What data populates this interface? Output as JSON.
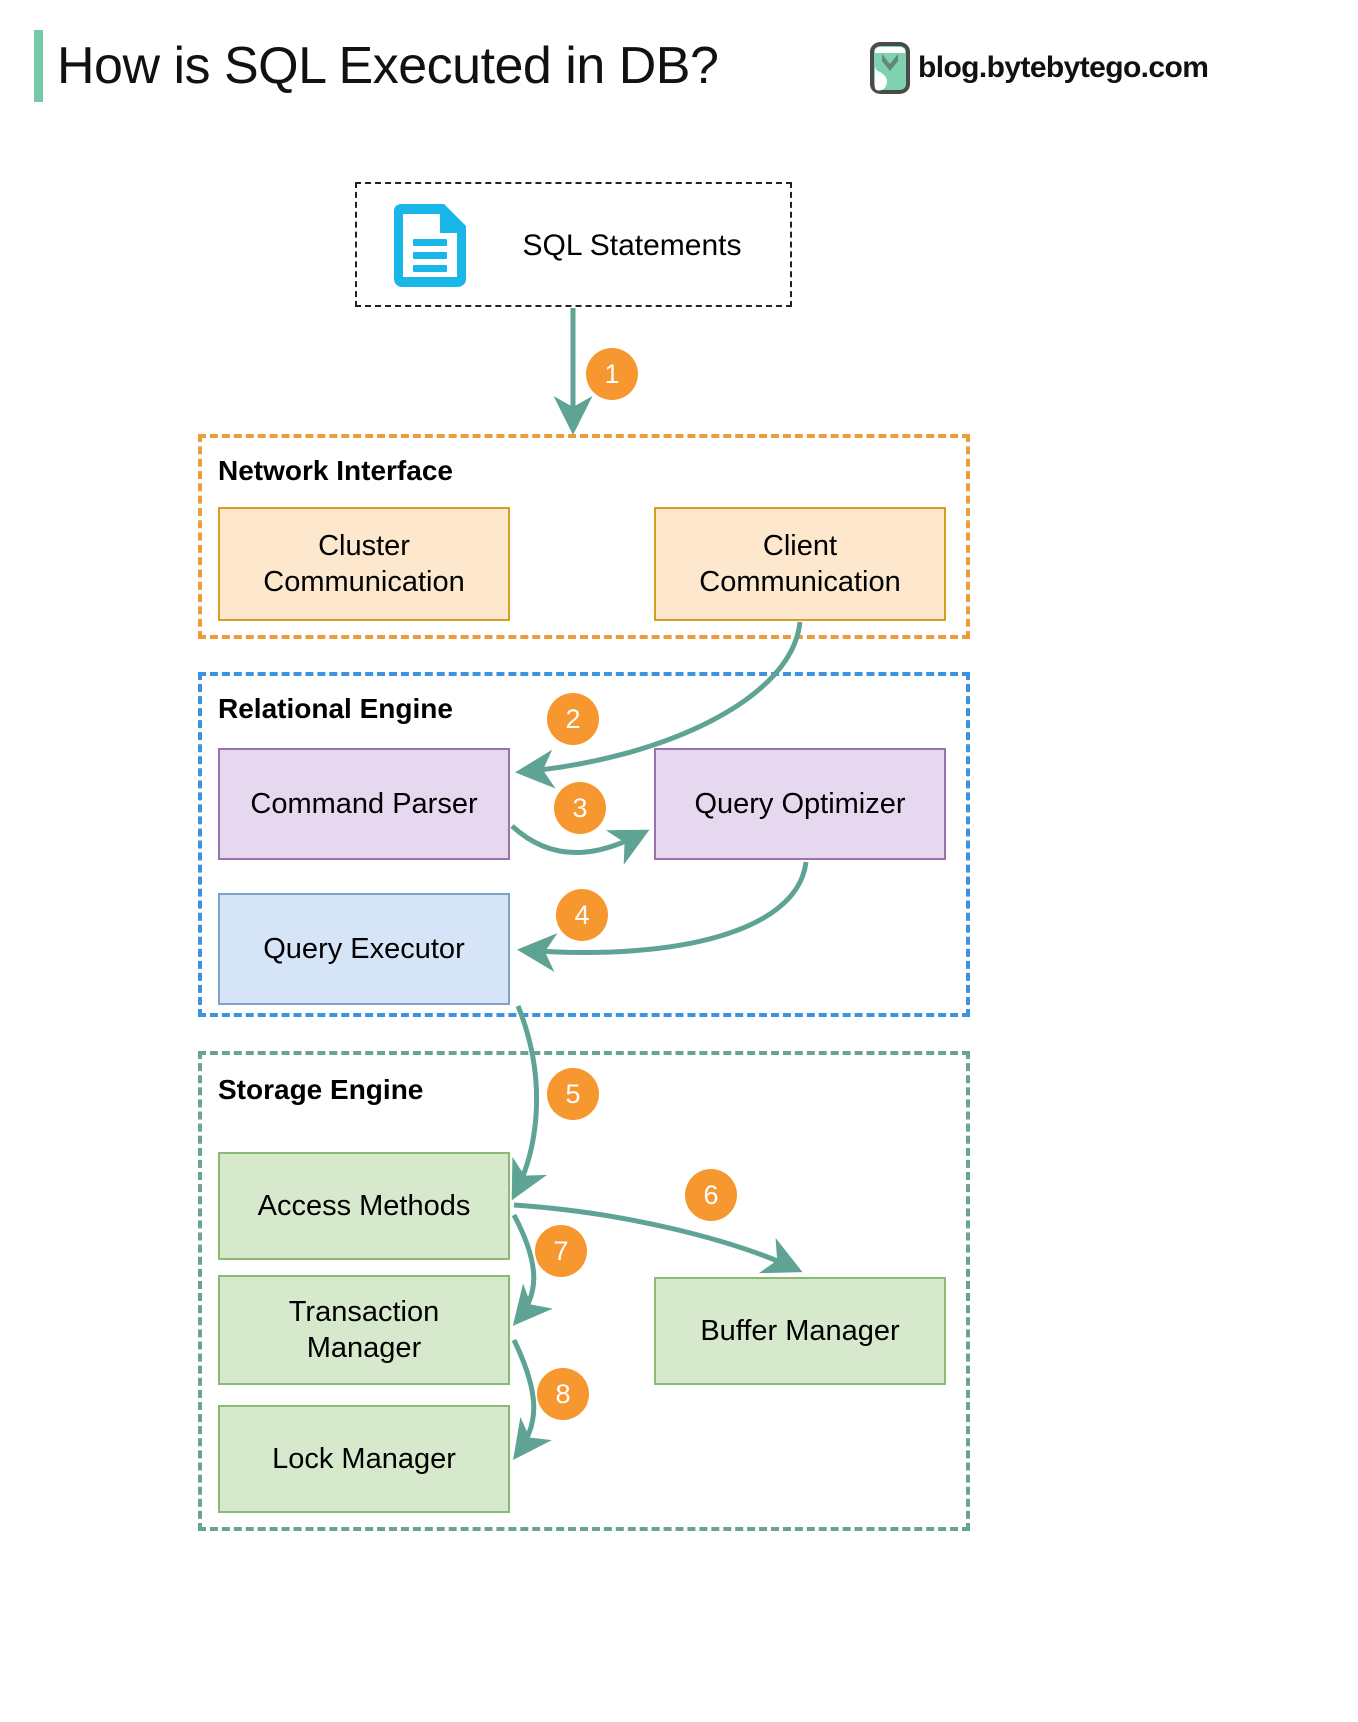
{
  "header": {
    "title": "How is SQL Executed in DB?",
    "brand_text": "blog.bytebytego.com",
    "brand_logo_icon": "bytebytego-logo-icon",
    "accent_color": "#75c9a8"
  },
  "input": {
    "label": "SQL Statements",
    "icon": "document-icon",
    "icon_color": "#19b6e8"
  },
  "sections": [
    {
      "id": "network-interface",
      "title": "Network Interface",
      "border_color": "#ed9c3c",
      "boxes": [
        {
          "id": "cluster-communication",
          "label": "Cluster\nCommunication",
          "line1": "Cluster",
          "line2": "Communication",
          "fill": "#fde7cd",
          "stroke": "#d5a021"
        },
        {
          "id": "client-communication",
          "label": "Client\nCommunication",
          "line1": "Client",
          "line2": "Communication",
          "fill": "#fde7cd",
          "stroke": "#d5a021"
        }
      ]
    },
    {
      "id": "relational-engine",
      "title": "Relational Engine",
      "border_color": "#3d93e0",
      "boxes": [
        {
          "id": "command-parser",
          "label": "Command Parser",
          "fill": "#e6d8ef",
          "stroke": "#9a72b0"
        },
        {
          "id": "query-optimizer",
          "label": "Query Optimizer",
          "fill": "#e6d8ef",
          "stroke": "#9a72b0"
        },
        {
          "id": "query-executor",
          "label": "Query Executor",
          "fill": "#d6e4f7",
          "stroke": "#7da3cd"
        }
      ]
    },
    {
      "id": "storage-engine",
      "title": "Storage Engine",
      "border_color": "#6aa396",
      "boxes": [
        {
          "id": "access-methods",
          "label": "Access Methods",
          "fill": "#d7e9cd",
          "stroke": "#8bbb72"
        },
        {
          "id": "transaction-manager",
          "label": "Transaction\nManager",
          "line1": "Transaction",
          "line2": "Manager",
          "fill": "#d7e9cd",
          "stroke": "#8bbb72"
        },
        {
          "id": "lock-manager",
          "label": "Lock Manager",
          "fill": "#d7e9cd",
          "stroke": "#8bbb72"
        },
        {
          "id": "buffer-manager",
          "label": "Buffer Manager",
          "fill": "#d7e9cd",
          "stroke": "#8bbb72"
        }
      ]
    }
  ],
  "steps": [
    {
      "number": "1",
      "from": "SQL Statements",
      "to": "Network Interface"
    },
    {
      "number": "2",
      "from": "Client Communication",
      "to": "Command Parser"
    },
    {
      "number": "3",
      "from": "Command Parser",
      "to": "Query Optimizer"
    },
    {
      "number": "4",
      "from": "Query Optimizer",
      "to": "Query Executor"
    },
    {
      "number": "5",
      "from": "Query Executor",
      "to": "Access Methods"
    },
    {
      "number": "6",
      "from": "Access Methods",
      "to": "Buffer Manager"
    },
    {
      "number": "7",
      "from": "Access Methods",
      "to": "Transaction Manager"
    },
    {
      "number": "8",
      "from": "Transaction Manager",
      "to": "Lock Manager"
    }
  ],
  "colors": {
    "step_badge": "#f7972f",
    "step_badge_text": "#ffffff",
    "arrow": "#5fa394",
    "dashed_input_border": "#222222"
  }
}
